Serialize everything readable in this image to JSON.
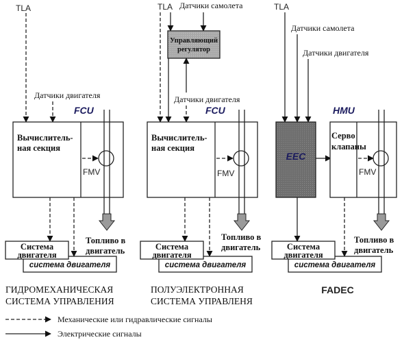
{
  "diagram": {
    "colors": {
      "line": "#222222",
      "eec_fill": "#6e6e6e",
      "regulator_fill": "#a9a9a9",
      "fuel_arrow_fill": "#9a9a9a",
      "unit_label": "#1b1b5e"
    },
    "panels": [
      {
        "id": "hydromechanical",
        "inputs": {
          "tla": "TLA",
          "engine_sensors": "Датчики двигателя"
        },
        "unit_label": "FCU",
        "compute_section": [
          "Вычислитель-",
          "ная секция"
        ],
        "fmv_label": "FMV",
        "fuel_out": [
          "Топливо в",
          "двигатель"
        ],
        "engine_system_box": [
          "Система",
          "двигателя"
        ],
        "engine_system_box2": "система двигателя",
        "title": [
          "ГИДРОМЕХАНИЧЕСКАЯ",
          "СИСТЕМА УПРАВЛЕНИЯ"
        ]
      },
      {
        "id": "semi-electronic",
        "inputs": {
          "tla": "TLA",
          "aircraft_sensors": "Датчики самолета",
          "engine_sensors": "Датчики двигателя"
        },
        "controller_box": [
          "Управляющий",
          "регулятор"
        ],
        "unit_label": "FCU",
        "compute_section": [
          "Вычислитель-",
          "ная секция"
        ],
        "fmv_label": "FMV",
        "fuel_out": [
          "Топливо в",
          "двигатель"
        ],
        "engine_system_box": [
          "Система",
          "двигателя"
        ],
        "engine_system_box2": "система двигателя",
        "title": [
          "ПОЛУЭЛЕКТРОННАЯ",
          "СИСТЕМА УПРАВЛЕНЯ"
        ]
      },
      {
        "id": "fadec",
        "inputs": {
          "tla": "TLA",
          "aircraft_sensors": "Датчики самолета",
          "engine_sensors": "Датчики двигателя"
        },
        "eec_label": "EEC",
        "unit_label": "HMU",
        "servo_valves": [
          "Серво",
          "клапаны"
        ],
        "fmv_label": "FMV",
        "fuel_out": [
          "Топливо в",
          "двигатель"
        ],
        "engine_system_box": [
          "Система",
          "двигателя"
        ],
        "engine_system_box2": "система двигателя",
        "title": "FADEC"
      }
    ],
    "legend": [
      {
        "style": "dashed",
        "label": "Механические или гидравлические сигналы"
      },
      {
        "style": "solid",
        "label": "Электрические сигналы"
      }
    ]
  }
}
